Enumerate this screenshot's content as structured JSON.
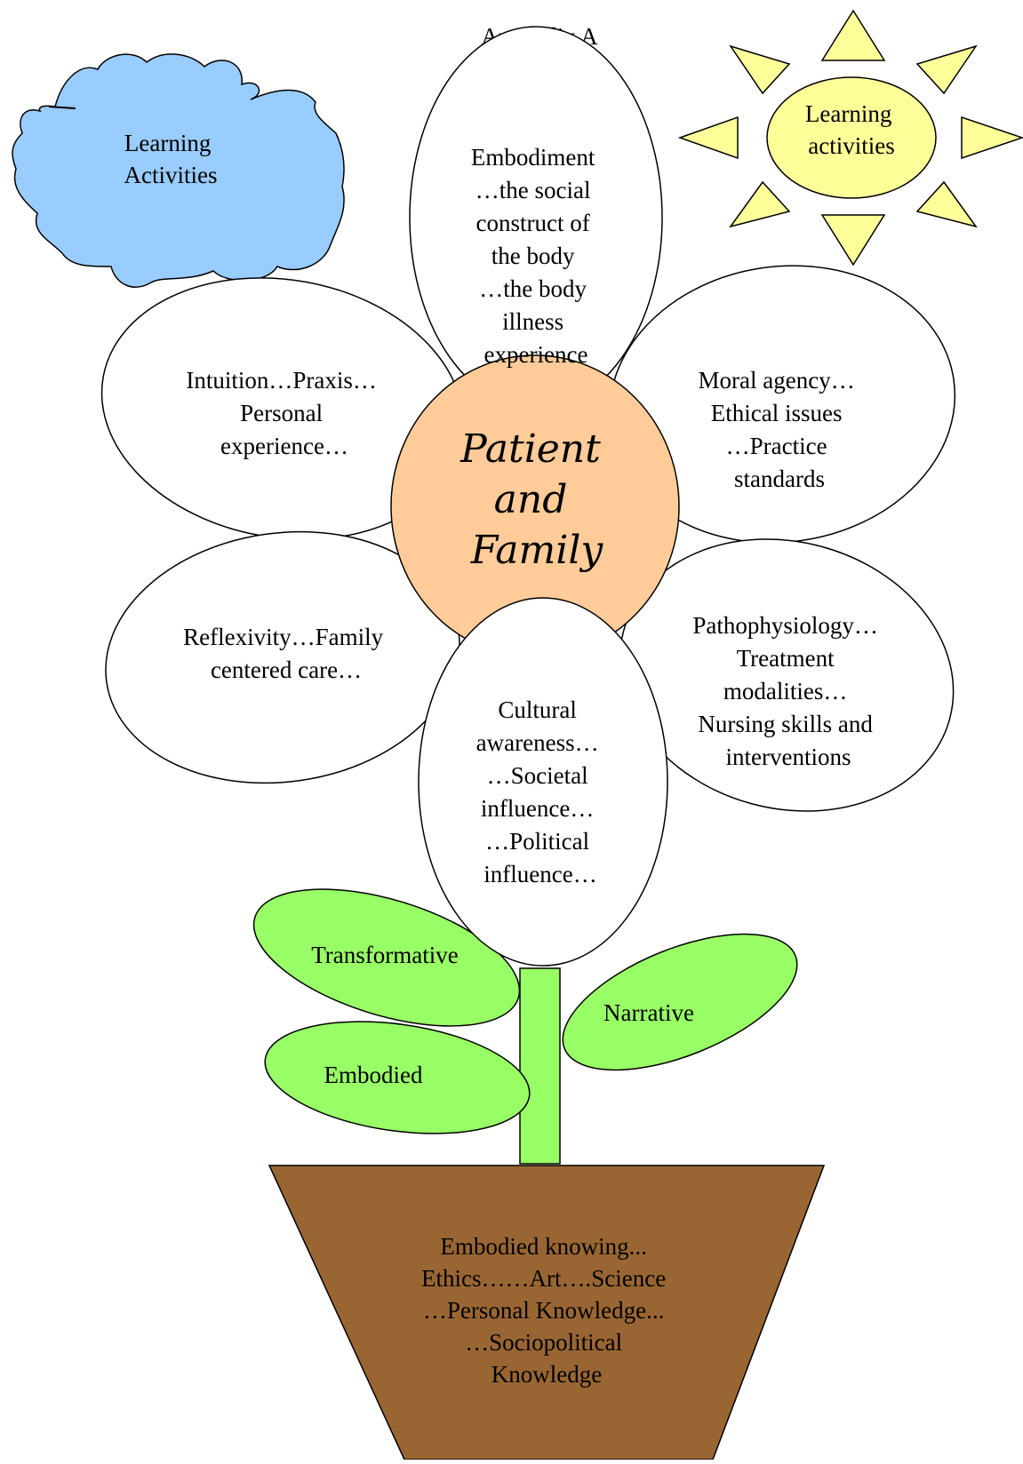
{
  "title": "Appendix A",
  "cloud": {
    "label_lines": [
      "Learning",
      "Activities"
    ],
    "color": "#99ccff"
  },
  "sun": {
    "label_lines": [
      "Learning",
      "activities"
    ],
    "color": "#ffff99"
  },
  "center": {
    "label_lines": [
      "Patient",
      "and",
      "Family"
    ],
    "color": "#ffcc99"
  },
  "petals": {
    "top": [
      "Embodiment",
      "…the social",
      "construct of",
      "the body",
      "…the body",
      "illness",
      "experience"
    ],
    "upper_left": [
      "Intuition…Praxis…",
      "Personal",
      "experience…"
    ],
    "upper_right": [
      "Moral agency…",
      "Ethical issues",
      "…Practice",
      "standards"
    ],
    "lower_left": [
      "Reflexivity…Family",
      "centered care…"
    ],
    "lower_right": [
      "Pathophysiology…",
      "Treatment",
      "modalities…",
      "Nursing skills and",
      "interventions"
    ],
    "bottom": [
      "Cultural",
      "awareness…",
      "…Societal",
      "influence…",
      "…Political",
      "influence…"
    ]
  },
  "leaves": {
    "transformative": "Transformative",
    "narrative": "Narrative",
    "embodied": "Embodied",
    "color": "#99ff66"
  },
  "pot": {
    "label_lines": [
      "Embodied knowing...",
      "Ethics……Art….Science",
      "…Personal Knowledge...",
      "…Sociopolitical",
      "Knowledge"
    ],
    "color": "#996633"
  }
}
